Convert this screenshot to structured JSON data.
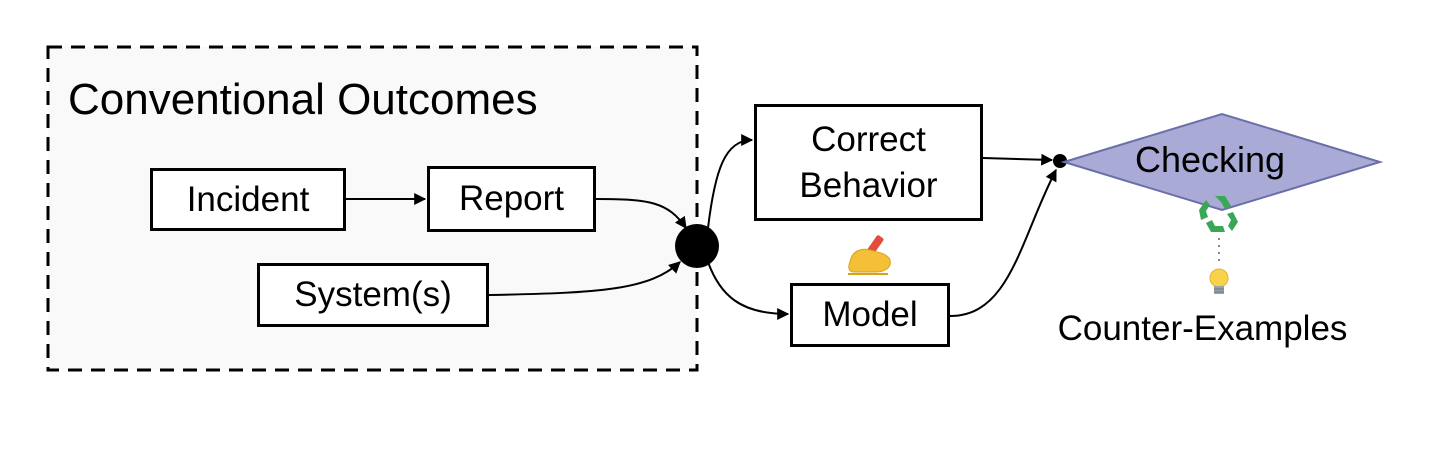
{
  "diagram": {
    "group_title": "Conventional Outcomes",
    "nodes": {
      "incident": "Incident",
      "report": "Report",
      "systems": "System(s)",
      "correct_behavior_line1": "Correct",
      "correct_behavior_line2": "Behavior",
      "model": "Model",
      "checking": "Checking",
      "counter_examples": "Counter-Examples"
    },
    "icons": [
      "writing-hand-icon",
      "recycle-icon",
      "lightbulb-icon"
    ],
    "colors": {
      "checking_fill": "#a9abd6",
      "checking_border": "#6b6fa8",
      "recycle_green": "#3aa757",
      "hand_yellow": "#f4c037",
      "bulb_yellow": "#f8d34a"
    }
  }
}
